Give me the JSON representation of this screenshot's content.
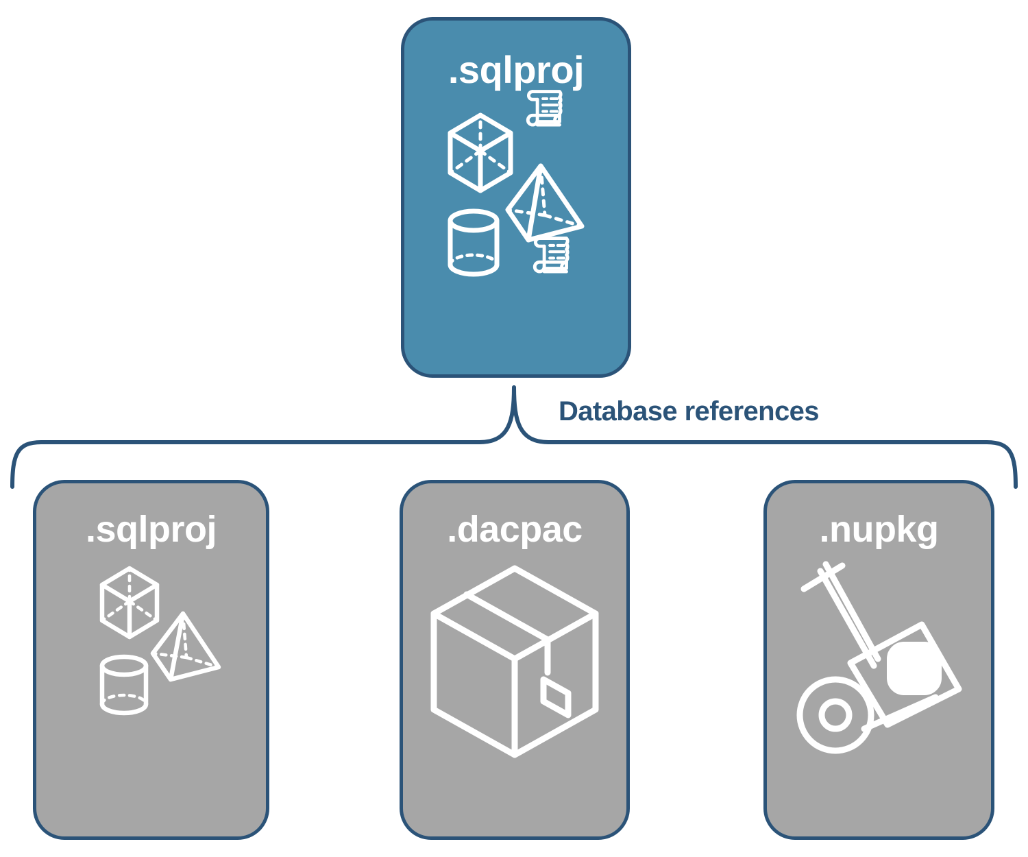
{
  "diagram": {
    "title": "Database references",
    "colors": {
      "root_fill": "#4a8cad",
      "child_fill": "#a6a6a6",
      "stroke": "#2b5378",
      "icon": "#ffffff",
      "background": "#ffffff"
    },
    "root": {
      "label": ".sqlproj",
      "icons": [
        "cube-icon",
        "pyramid-icon",
        "cylinder-icon",
        "scroll-icon",
        "scroll-icon"
      ]
    },
    "connector": {
      "type": "curly-brace",
      "label": "Database references",
      "from": ".sqlproj",
      "to": [
        ".sqlproj",
        ".dacpac",
        ".nupkg"
      ]
    },
    "children": [
      {
        "label": ".sqlproj",
        "icons": [
          "cube-icon",
          "pyramid-icon",
          "cylinder-icon"
        ]
      },
      {
        "label": ".dacpac",
        "icons": [
          "package-box-icon"
        ]
      },
      {
        "label": ".nupkg",
        "icons": [
          "hand-truck-icon",
          "nuget-package-icon"
        ]
      }
    ]
  }
}
